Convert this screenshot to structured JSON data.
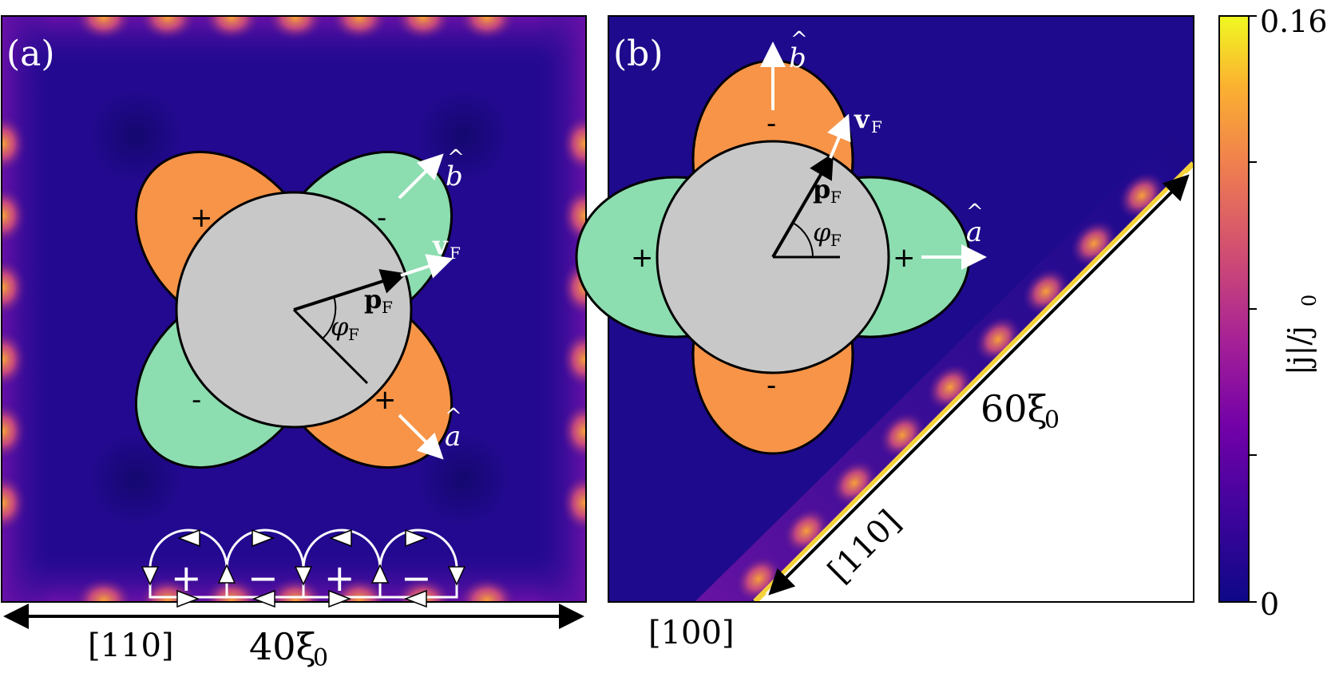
{
  "panel_a": {
    "label": "(a)",
    "axis_direction": "[110]",
    "length": "40ξ",
    "length_sub": "0",
    "b_axis": "b",
    "a_axis": "a",
    "p_label": "p",
    "p_sub": "F",
    "v_label": "v",
    "v_sub": "F",
    "phi_label": "φ",
    "phi_sub": "F",
    "lobe_signs": [
      "+",
      "-",
      "-",
      "+"
    ],
    "edge_signs": [
      "+",
      "−",
      "+",
      "−"
    ]
  },
  "panel_b": {
    "label": "(b)",
    "axis_direction_diag": "[110]",
    "axis_direction_bottom": "[100]",
    "length": "60ξ",
    "length_sub": "0",
    "b_axis": "b",
    "a_axis": "a",
    "p_label": "p",
    "p_sub": "F",
    "v_label": "v",
    "v_sub": "F",
    "phi_label": "φ",
    "phi_sub": "F",
    "lobe_signs": [
      "-",
      "+",
      "+",
      "-"
    ]
  },
  "colorbar": {
    "max_label": "0.16",
    "min_label": "0",
    "label": "|j|/j",
    "label_sub": "0"
  },
  "colors": {
    "background": "#1e0a8c",
    "hot": "#f79a3c",
    "lobe_plus": "#8cddb0",
    "lobe_minus": "#f79448",
    "fermi_surface": "#c8c8c8"
  }
}
